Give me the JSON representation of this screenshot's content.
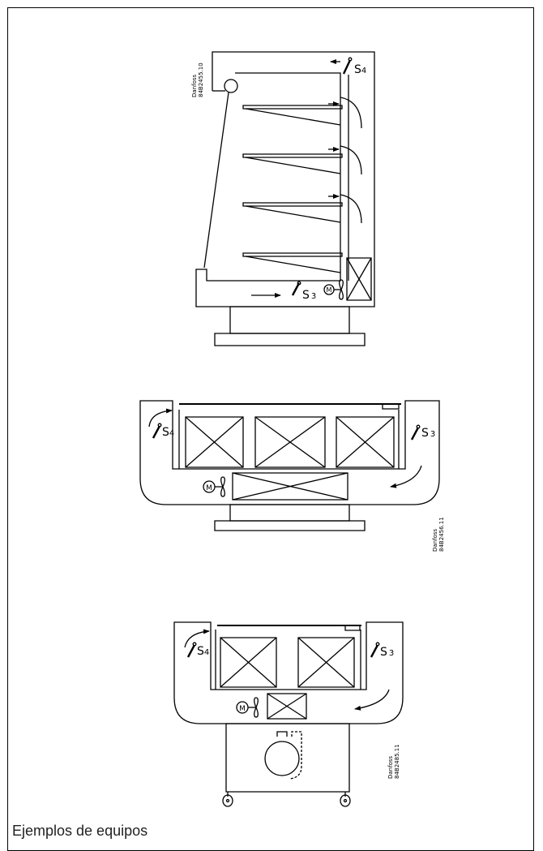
{
  "caption": "Ejemplos de equipos",
  "figure1": {
    "code_brand": "Danfoss",
    "code_number": "84B2455.10",
    "sensor_top": "S",
    "sensor_top_sub": "4",
    "sensor_bottom": "S",
    "sensor_bottom_sub": "3",
    "motor": "M"
  },
  "figure2": {
    "code_brand": "Danfoss",
    "code_number": "84B2456.11",
    "sensor_left": "S",
    "sensor_left_sub": "4",
    "sensor_right": "S",
    "sensor_right_sub": "3",
    "motor": "M"
  },
  "figure3": {
    "code_brand": "Danfoss",
    "code_number": "84B2485.11",
    "sensor_left": "S",
    "sensor_left_sub": "4",
    "sensor_right": "S",
    "sensor_right_sub": "3",
    "motor": "M"
  }
}
